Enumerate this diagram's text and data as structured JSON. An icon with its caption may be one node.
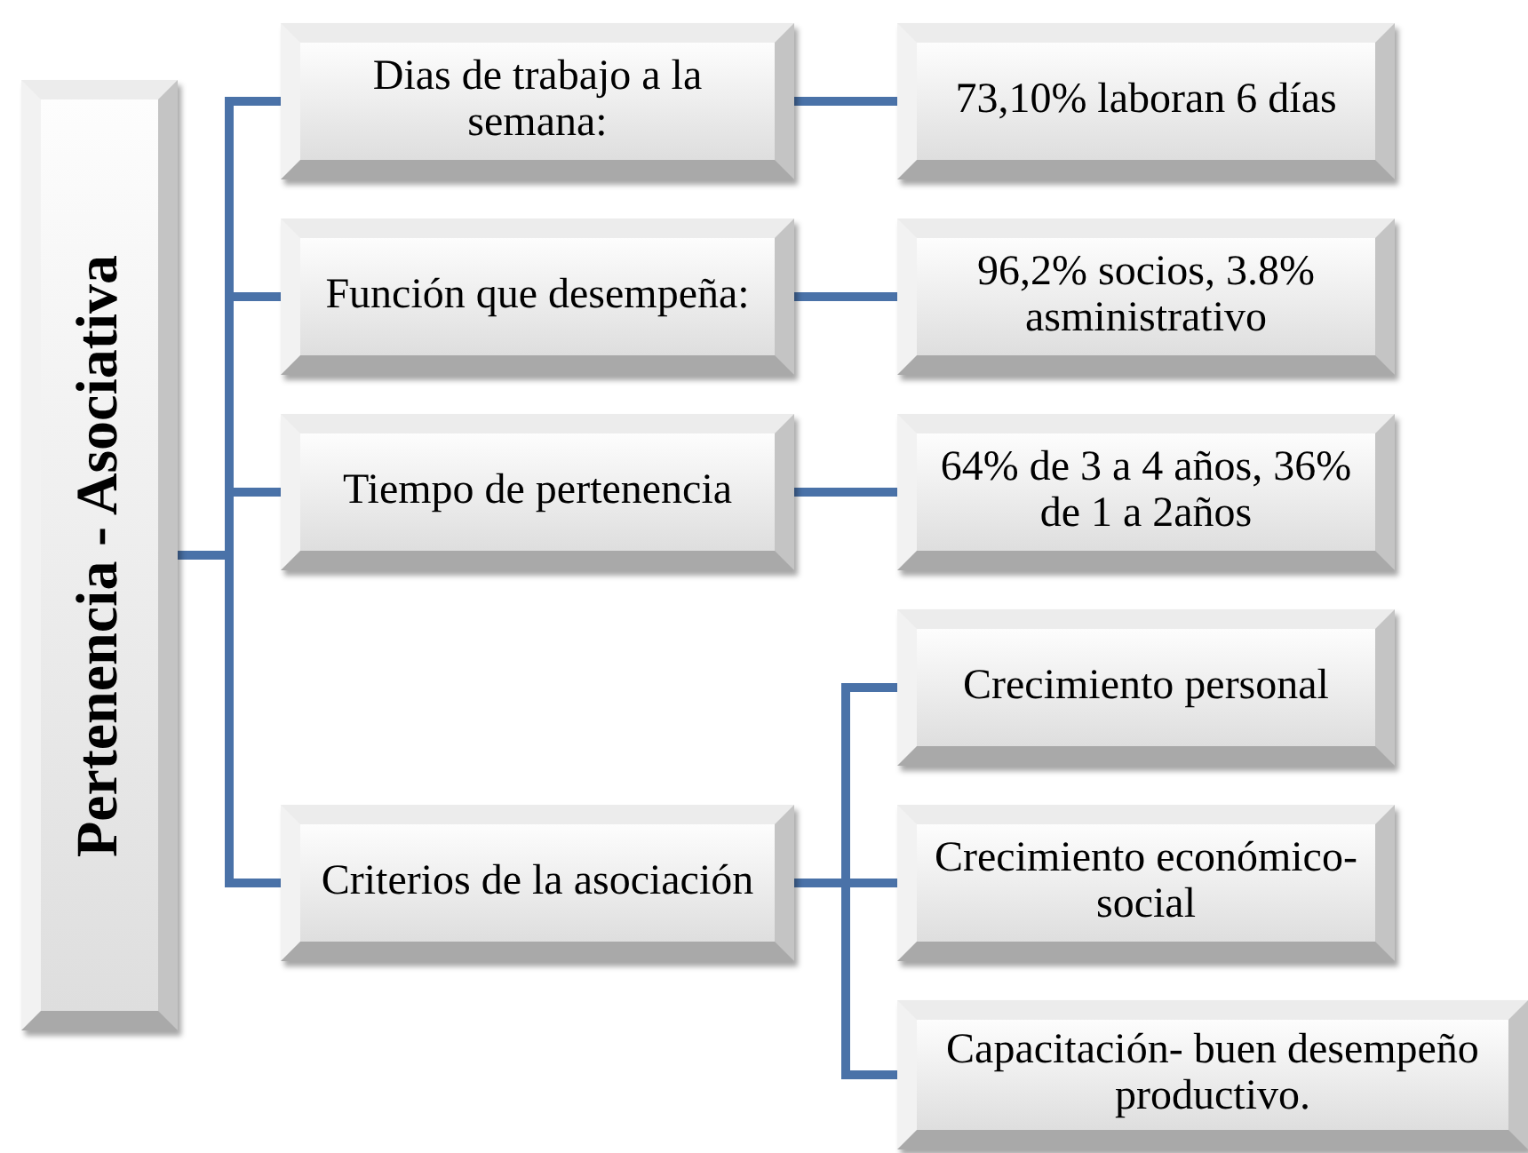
{
  "diagram": {
    "nodes": [
      {
        "text": [
          "Pertenencia - Asociativa"
        ]
      },
      {
        "text": [
          "Dias de trabajo a la semana:"
        ]
      },
      {
        "text": [
          "Función que desempeña:"
        ]
      },
      {
        "text": [
          "Tiempo de pertenencia"
        ]
      },
      {
        "text": [
          "Criterios de la asociación"
        ]
      },
      {
        "text": [
          "73,10% laboran 6 días"
        ]
      },
      {
        "text": [
          "96,2% socios, 3.8% asministrativo"
        ]
      },
      {
        "text": [
          "64% de 3 a 4 años, 36% de 1 a 2años"
        ]
      },
      {
        "text": [
          "Crecimiento personal"
        ]
      },
      {
        "text": [
          "Crecimiento económico-social"
        ]
      },
      {
        "text": [
          "Capacitación- buen desempeño productivo."
        ]
      }
    ],
    "edges": [
      {
        "from": 0,
        "to": 1,
        "arrow": "none"
      },
      {
        "from": 0,
        "to": 2,
        "arrow": "none"
      },
      {
        "from": 0,
        "to": 3,
        "arrow": "none"
      },
      {
        "from": 0,
        "to": 4,
        "arrow": "none"
      },
      {
        "from": 1,
        "to": 5,
        "arrow": "none"
      },
      {
        "from": 2,
        "to": 6,
        "arrow": "none"
      },
      {
        "from": 3,
        "to": 7,
        "arrow": "none"
      },
      {
        "from": 4,
        "to": 8,
        "arrow": "none"
      },
      {
        "from": 4,
        "to": 9,
        "arrow": "none"
      },
      {
        "from": 4,
        "to": 10,
        "arrow": "none"
      }
    ]
  }
}
